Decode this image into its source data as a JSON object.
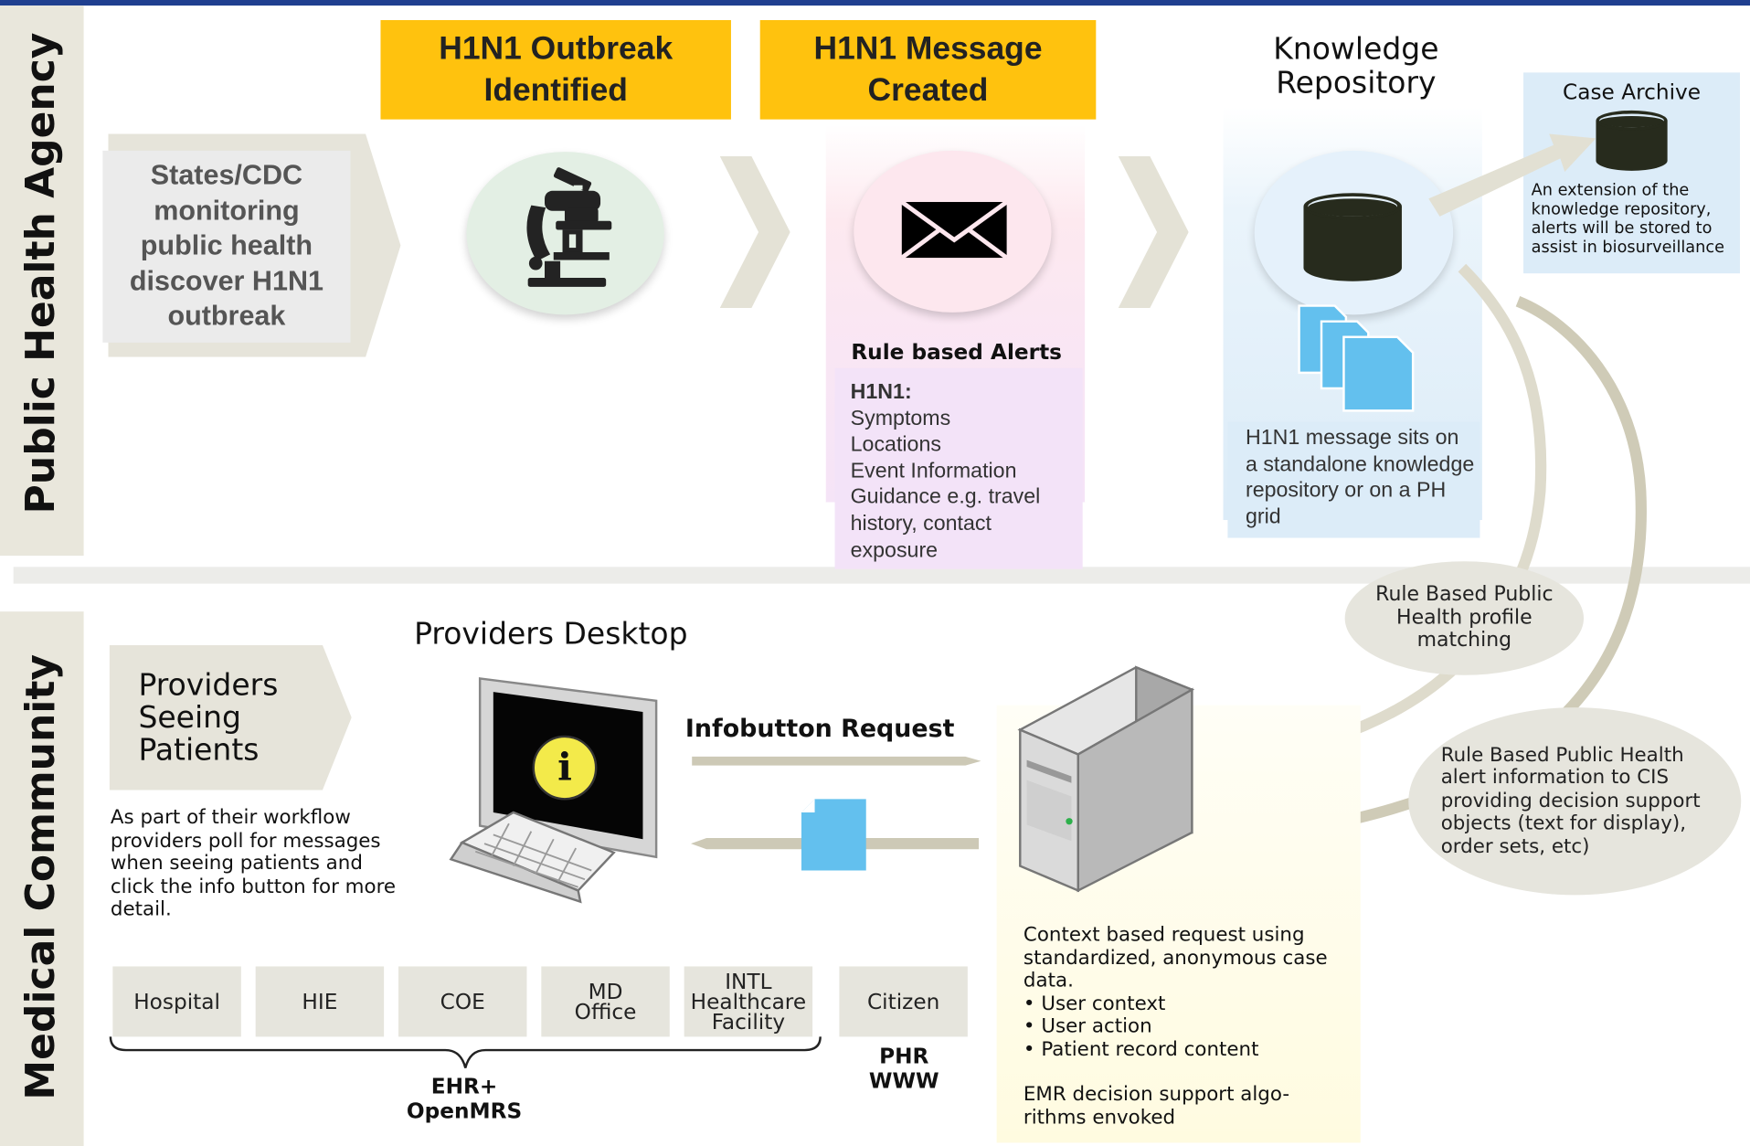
{
  "sections": {
    "public_health_agency": "Public Health Agency",
    "medical_community": "Medical Community"
  },
  "phases": {
    "outbreak_identified": "H1N1 Outbreak Identified",
    "message_created": "H1N1 Message Created",
    "knowledge_repository": "Knowledge Repository"
  },
  "monitoring_box": "States/CDC monitoring public health discover H1N1 outbreak",
  "rule_alerts": {
    "title": "Rule based Alerts",
    "heading": "H1N1:",
    "items": [
      "Symptoms",
      "Locations",
      "Event Information",
      "Guidance e.g. travel history, contact exposure"
    ]
  },
  "repository_note": "H1N1 message sits on a standalone knowledge repository or on a PH grid",
  "case_archive": {
    "title": "Case Archive",
    "note": "An extension of the knowledge repository, alerts will be stored to assist in biosurveillance"
  },
  "profile_matching": "Rule Based Public Health profile matching",
  "alert_info": "Rule Based Public Health alert information to CIS providing decision support objects (text for display), order sets, etc)",
  "providers_desktop": "Providers Desktop",
  "providers_box": "Providers Seeing Patients",
  "providers_note": "As part of their workflow providers poll for messages when seeing patients and click the info button for more detail.",
  "infobutton_request": "Infobutton Request",
  "info_glyph": "i",
  "context_request": {
    "intro": "Context based request using standardized, anonymous case data.",
    "items": [
      "User context",
      "User action",
      "Patient record content"
    ],
    "footer": "EMR decision support algo-rithms envoked"
  },
  "settings": [
    "Hospital",
    "HIE",
    "COE",
    "MD Office",
    "INTL Healthcare Facility",
    "Citizen"
  ],
  "ehr_label": "EHR+ OpenMRS",
  "phr_label": "PHR WWW",
  "icons": {
    "microscope": "microscope-icon",
    "envelope": "envelope-icon",
    "database": "database-icon",
    "documents": "documents-icon",
    "computer": "computer-icon",
    "server": "server-icon"
  },
  "colors": {
    "header_bar": "#1f3f8f",
    "phase_gold": "#ffc20e",
    "document_blue": "#63c0ee",
    "neutral_beige": "#e6e4da"
  }
}
